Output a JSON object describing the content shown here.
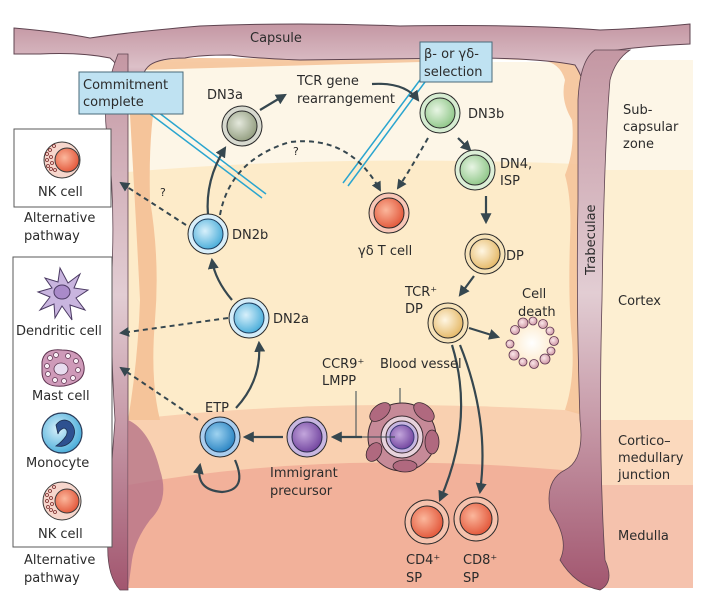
{
  "diagram": {
    "title": "T cell development in the thymus",
    "structures": {
      "capsule": "Capsule",
      "trabeculae": "Trabeculae",
      "blood_vessel": "Blood vessel"
    },
    "zones": [
      {
        "id": "subcapsular",
        "lines": [
          "Sub-",
          "capsular",
          "zone"
        ]
      },
      {
        "id": "cortex",
        "lines": [
          "Cortex"
        ]
      },
      {
        "id": "corticomedullary",
        "lines": [
          "Cortico–",
          "medullary",
          "junction"
        ]
      },
      {
        "id": "medulla",
        "lines": [
          "Medulla"
        ]
      }
    ],
    "callouts": {
      "commitment": [
        "Commitment",
        "complete"
      ],
      "selection": [
        "β- or γδ-",
        "selection"
      ]
    },
    "process_labels": {
      "tcr_rearrangement": [
        "TCR gene",
        "rearrangement"
      ],
      "cell_death": [
        "Cell",
        "death"
      ],
      "unknown_mark": "?"
    },
    "cells": {
      "immigrant_precursor": [
        "Immigrant",
        "precursor"
      ],
      "ccr9_lmpp": [
        "CCR9⁺",
        "LMPP"
      ],
      "etp": "ETP",
      "dn2a": "DN2a",
      "dn2b": "DN2b",
      "dn3a": "DN3a",
      "dn3b": "DN3b",
      "dn4_isp": [
        "DN4,",
        "ISP"
      ],
      "dp": "DP",
      "tcr_dp": [
        "TCR⁺",
        "DP"
      ],
      "gd_t_cell": "γδ T cell",
      "cd4_sp": [
        "CD4⁺",
        "SP"
      ],
      "cd8_sp": [
        "CD8⁺",
        "SP"
      ]
    },
    "alternative_panels": {
      "top": {
        "cells": [
          "NK cell"
        ],
        "caption": [
          "Alternative",
          "pathway"
        ]
      },
      "bottom": {
        "cells": [
          "Dendritic cell",
          "Mast cell",
          "Monocyte",
          "NK cell"
        ],
        "caption": [
          "Alternative",
          "pathway"
        ]
      }
    },
    "colors": {
      "capsule": "#c497a3",
      "capsule_dark": "#a65a72",
      "cortex_edge": "#f5c49a",
      "subcapsular_bg": "#fdf6e7",
      "cortex_bg": "#fdebc9",
      "junction_bg": "#f9d0b0",
      "medulla_bg": "#f2b19a",
      "callout_fill": "#bfe2f2",
      "callout_line": "#2aa5cf",
      "arrow": "#36474f"
    }
  }
}
